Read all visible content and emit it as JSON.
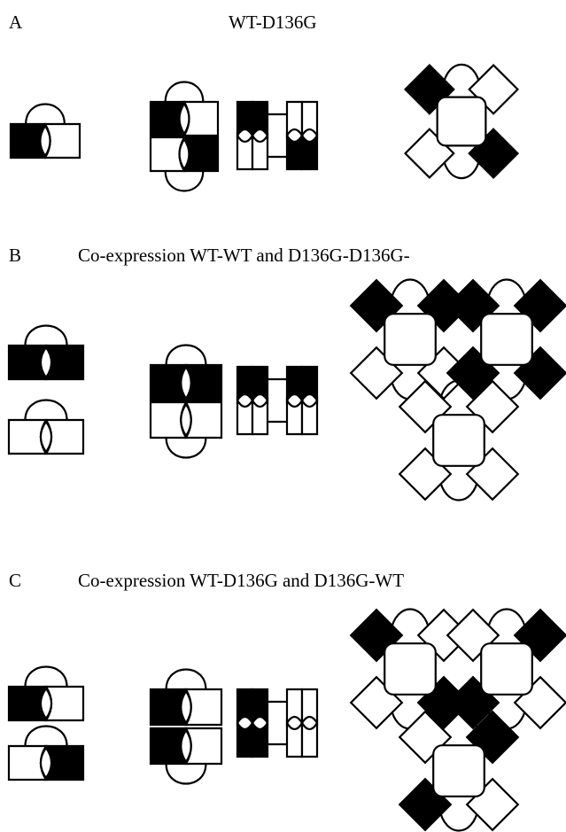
{
  "panels": [
    {
      "letter": "A",
      "title": "WT-D136G"
    },
    {
      "letter": "B",
      "title": "Co-expression  WT-WT and D136G-D136G-"
    },
    {
      "letter": "C",
      "title": "Co-expression  WT-D136G and D136G-WT"
    }
  ],
  "colors": {
    "filled": "#000000",
    "empty": "#ffffff",
    "stroke": "#000000",
    "background": "#ffffff"
  }
}
